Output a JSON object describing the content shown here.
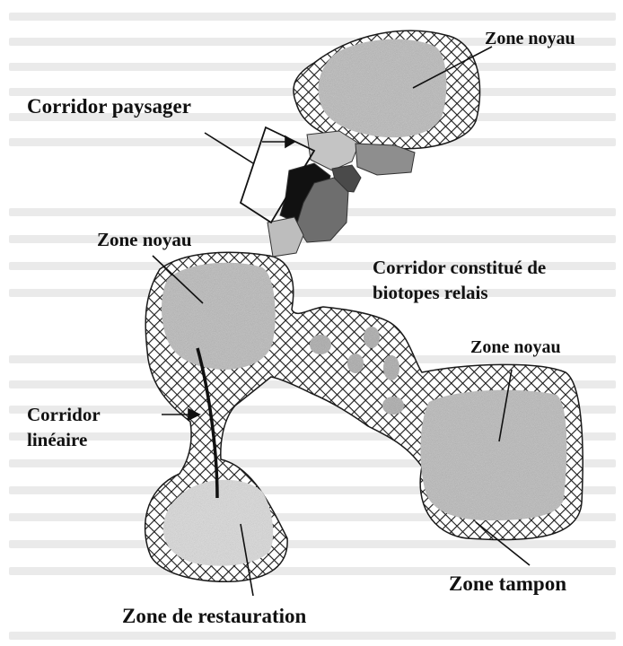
{
  "labels": {
    "zone_noyau_top": "Zone noyau",
    "corridor_paysager": "Corridor paysager",
    "zone_noyau_left": "Zone noyau",
    "corridor_biotopes_line1": "Corridor constitué de",
    "corridor_biotopes_line2": "biotopes relais",
    "zone_noyau_right": "Zone noyau",
    "corridor_lineaire_line1": "Corridor",
    "corridor_lineaire_line2": "linéaire",
    "zone_tampon": "Zone tampon",
    "zone_restauration": "Zone de restauration"
  },
  "colors": {
    "hatch": "#1a1a1a",
    "core_fill": "#b9b9b9",
    "restoration_fill": "#dcdcdc",
    "patch_light": "#c4c4c4",
    "patch_mid": "#8e8e8e",
    "patch_dark": "#4a4a4a",
    "patch_black": "#111111"
  }
}
